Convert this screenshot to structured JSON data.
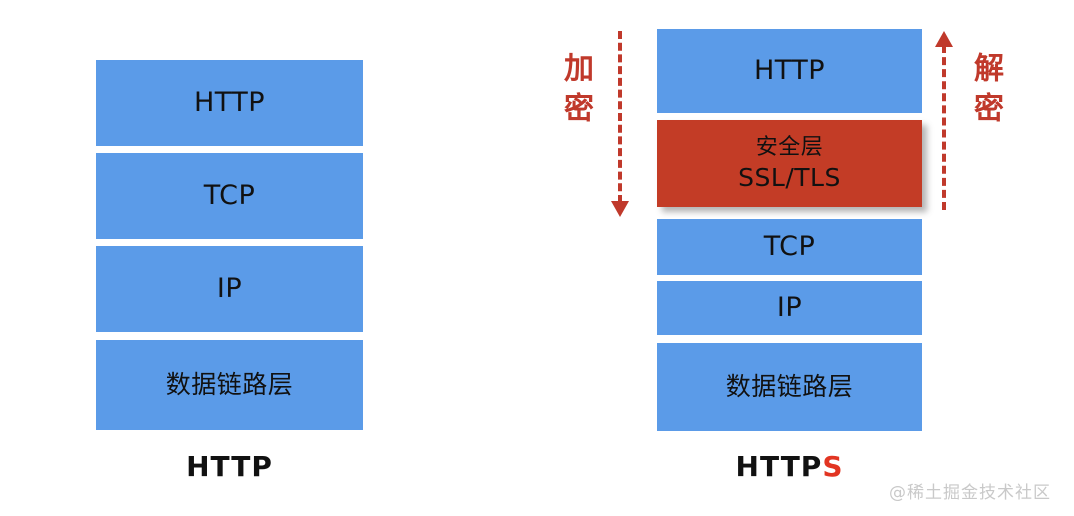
{
  "diagram": {
    "background_color": "#ffffff",
    "blue_color": "#5b9be8",
    "red_color": "#c33c26",
    "arrow_color": "#c0392b",
    "accent_color": "#e23522"
  },
  "left_stack": {
    "caption": "HTTP",
    "layers": [
      {
        "label": "HTTP",
        "script": "latin",
        "color": "blue"
      },
      {
        "label": "TCP",
        "script": "latin",
        "color": "blue"
      },
      {
        "label": "IP",
        "script": "latin",
        "color": "blue"
      },
      {
        "label": "数据链路层",
        "script": "cjk",
        "color": "blue"
      }
    ]
  },
  "right_stack": {
    "caption_main": "HTTP",
    "caption_accent": "S",
    "layers": [
      {
        "label": "HTTP",
        "script": "latin",
        "color": "blue"
      },
      {
        "label_cjk": "安全层",
        "label_latin": "SSL/TLS",
        "script": "mixed",
        "color": "red"
      },
      {
        "label": "TCP",
        "script": "latin",
        "color": "blue"
      },
      {
        "label": "IP",
        "script": "latin",
        "color": "blue"
      },
      {
        "label": "数据链路层",
        "script": "cjk",
        "color": "blue"
      }
    ]
  },
  "annotations": {
    "encrypt_label": "加密",
    "decrypt_label": "解密"
  },
  "watermark": {
    "text": "@稀土掘金技术社区"
  }
}
